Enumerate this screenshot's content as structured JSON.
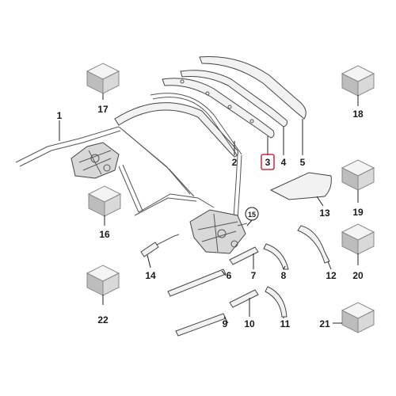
{
  "diagram": {
    "labels": {
      "p1": "1",
      "p2": "2",
      "p3": "3",
      "p4": "4",
      "p5": "5",
      "p6": "6",
      "p7": "7",
      "p8": "8",
      "p9": "9",
      "p10": "10",
      "p11": "11",
      "p12": "12",
      "p13": "13",
      "p14": "14",
      "p15": "15",
      "p16": "16",
      "p17": "17",
      "p18": "18",
      "p19": "19",
      "p20": "20",
      "p21": "21",
      "p22": "22"
    },
    "highlighted_part": "3",
    "colors": {
      "highlight": "#d0021b",
      "line": "#222222"
    }
  }
}
